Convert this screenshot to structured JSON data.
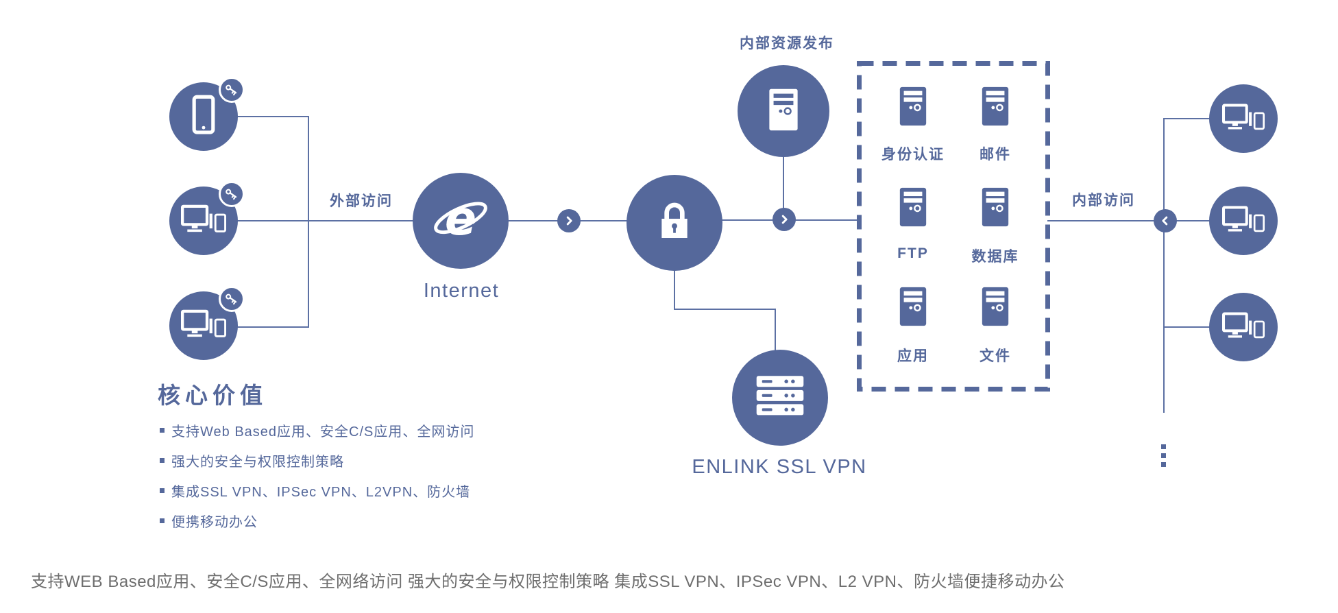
{
  "colors": {
    "primary": "#55689B",
    "line": "#5C70A3",
    "footer_text": "#6E6E6E",
    "background": "#FFFFFF"
  },
  "labels": {
    "external_access": "外部访问",
    "internet": "Internet",
    "internal_resource_publish": "内部资源发布",
    "internal_access": "内部访问",
    "enlink_ssl_vpn": "ENLINK SSL VPN"
  },
  "resource_group": {
    "servers": [
      {
        "label": "身份认证"
      },
      {
        "label": "邮件"
      },
      {
        "label": "FTP"
      },
      {
        "label": "数据库"
      },
      {
        "label": "应用"
      },
      {
        "label": "文件"
      }
    ]
  },
  "core_value": {
    "title": "核心价值",
    "bullets": [
      {
        "text": "支持Web Based应用、安全C/S应用、全网访问"
      },
      {
        "text": "强大的安全与权限控制策略"
      },
      {
        "text": "集成SSL VPN、IPSec VPN、L2VPN、防火墙"
      },
      {
        "text": "便携移动办公"
      }
    ]
  },
  "footer": {
    "text": "支持WEB Based应用、安全C/S应用、全网络访问 强大的安全与权限控制策略 集成SSL VPN、IPSec VPN、L2 VPN、防火墙便捷移动办公"
  },
  "icons": {
    "phone": "phone-icon",
    "desktop_phone": "desktop-phone-icon",
    "key": "key-icon",
    "ie_browser": "ie-browser-icon",
    "lock": "lock-icon",
    "tower_server": "tower-server-icon",
    "rack_server": "rack-server-icon",
    "chevron_right": "chevron-right-icon",
    "chevron_left": "chevron-left-icon",
    "ellipsis": "vertical-ellipsis-icon"
  }
}
